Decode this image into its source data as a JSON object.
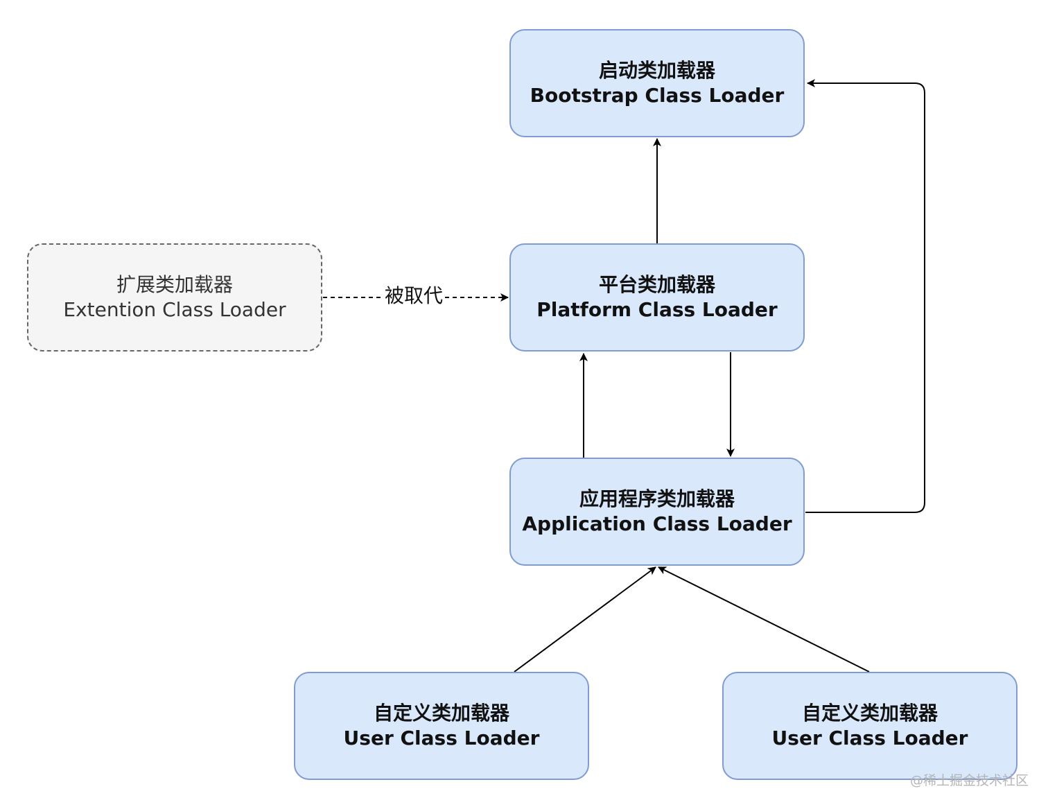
{
  "nodes": {
    "bootstrap": {
      "cn": "启动类加载器",
      "en": "Bootstrap Class Loader"
    },
    "platform": {
      "cn": "平台类加载器",
      "en": "Platform Class Loader"
    },
    "application": {
      "cn": "应用程序类加载器",
      "en": "Application Class Loader"
    },
    "extension": {
      "cn": "扩展类加载器",
      "en": "Extention Class Loader"
    },
    "user_left": {
      "cn": "自定义类加载器",
      "en": "User Class Loader"
    },
    "user_right": {
      "cn": "自定义类加载器",
      "en": "User Class Loader"
    }
  },
  "edges": {
    "replaced_label": "被取代"
  },
  "watermark": "@稀土掘金技术社区",
  "colors": {
    "node_fill": "#dae8fc",
    "node_border": "#7f9bd1",
    "deprecated_fill": "#f5f5f5",
    "deprecated_border": "#666666",
    "edge": "#000000"
  }
}
